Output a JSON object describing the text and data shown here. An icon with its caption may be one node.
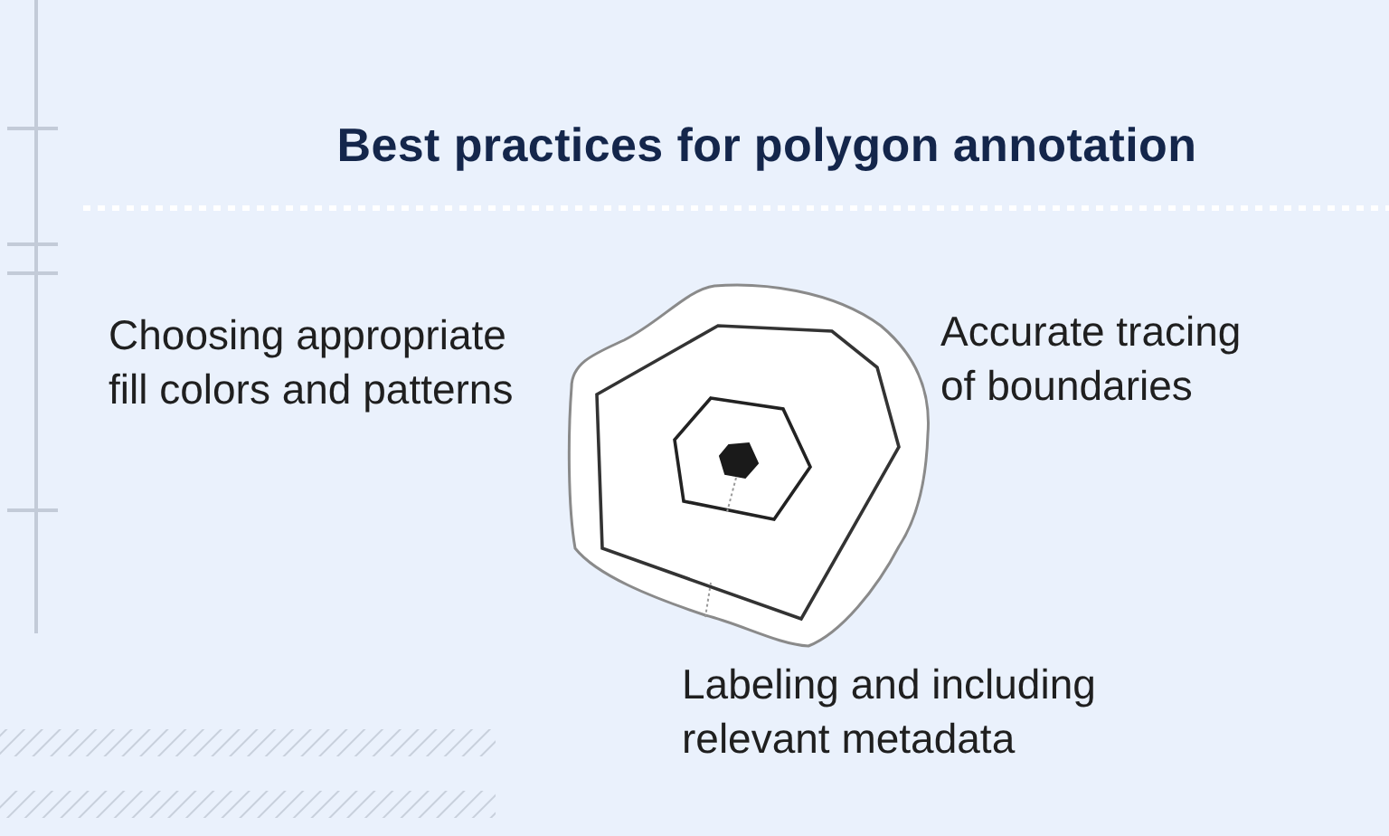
{
  "diagram": {
    "title": "Best practices for polygon annotation",
    "labels": [
      "Choosing appropriate fill colors and patterns",
      "Accurate tracing of boundaries",
      "Labeling and including relevant metadata"
    ]
  }
}
